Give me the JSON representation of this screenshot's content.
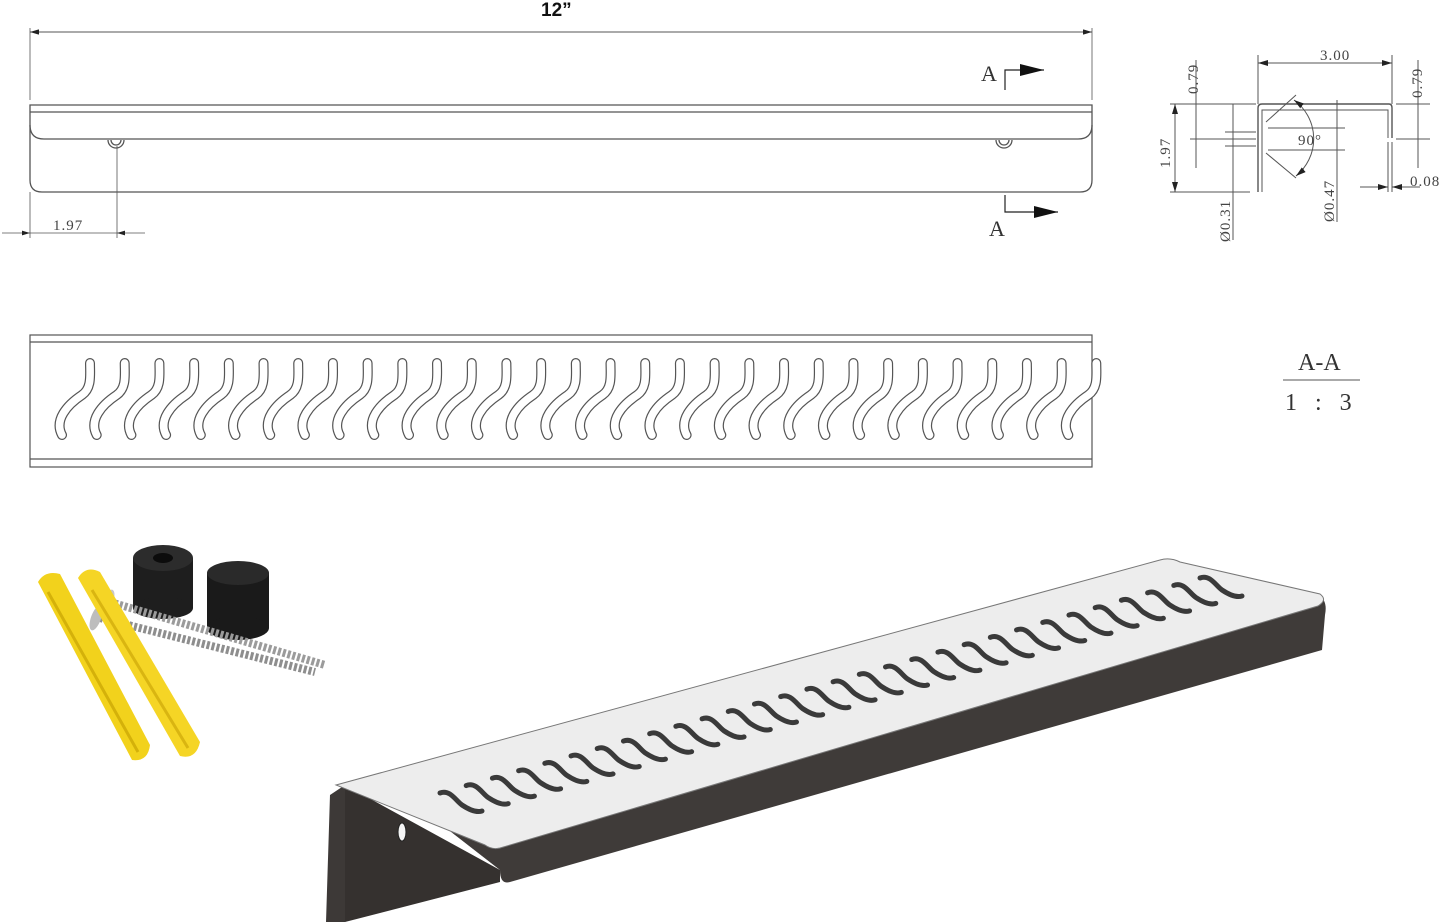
{
  "front_view": {
    "overall_length_label": "12”",
    "hole_offset_label": "1.97",
    "section_marker_top": "A",
    "section_marker_bottom": "A"
  },
  "section_view": {
    "width_label": "3.00",
    "left_flange_label": "0.79",
    "right_flange_label": "0.79",
    "height_label": "1.97",
    "angle_label": "90°",
    "hole_small_label": "Ø0.31",
    "hole_large_label": "Ø0.47",
    "thickness_label": "0.08"
  },
  "section_caption": {
    "name": "A-A",
    "scale": "1 : 3"
  },
  "top_view": {
    "slot_count": 30,
    "slot_shape": "wave"
  },
  "hardware": {
    "items": [
      "yellow wall anchor",
      "yellow wall anchor",
      "screw",
      "screw",
      "black rubber spacer",
      "black rubber spacer"
    ],
    "colors": {
      "anchor": "#f2d21c",
      "spacer": "#1c1c1c",
      "screw": "#a9a9a9"
    }
  },
  "render": {
    "top_color": "#ececec",
    "side_color": "#3d3937",
    "slot_color": "#3a3a3a"
  }
}
